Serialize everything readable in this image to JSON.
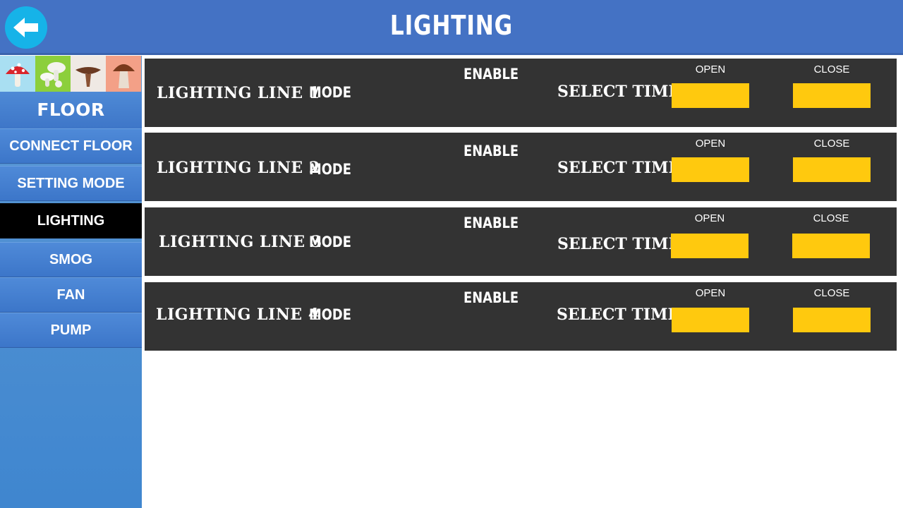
{
  "header": {
    "title": "LIGHTING"
  },
  "sidebar": {
    "floor_label": "FLOOR",
    "items": [
      {
        "label": "CONNECT FLOOR",
        "active": false
      },
      {
        "label": "SETTING MODE",
        "active": false
      },
      {
        "label": "LIGHTING",
        "active": true
      },
      {
        "label": "SMOG",
        "active": false
      },
      {
        "label": "FAN",
        "active": false
      },
      {
        "label": "PUMP",
        "active": false
      }
    ],
    "icons": [
      "fly-agaric-mushroom-icon",
      "white-mushrooms-icon",
      "brown-cap-mushroom-icon",
      "bolete-mushroom-icon"
    ]
  },
  "lines": [
    {
      "title": "LIGHTING LINE 1",
      "mode_label": "MODE",
      "enable_label": "ENABLE",
      "select_time_label": "SELECT TIME",
      "open_label": "OPEN",
      "close_label": "CLOSE"
    },
    {
      "title": "LIGHTING LINE 2",
      "mode_label": "MODE",
      "enable_label": "ENABLE",
      "select_time_label": "SELECT TIME",
      "open_label": "OPEN",
      "close_label": "CLOSE"
    },
    {
      "title": "LIGHTING LINE 3",
      "mode_label": "MODE",
      "enable_label": "ENABLE",
      "select_time_label": "SELECT TIME",
      "open_label": "OPEN",
      "close_label": "CLOSE"
    },
    {
      "title": "LIGHTING LINE 4",
      "mode_label": "MODE",
      "enable_label": "ENABLE",
      "select_time_label": "SELECT TIME",
      "open_label": "OPEN",
      "close_label": "CLOSE"
    }
  ],
  "colors": {
    "header": "#4472c4",
    "back_button": "#16b3e8",
    "panel": "#333333",
    "time_box": "#ffc90e",
    "active_nav": "#000000"
  }
}
